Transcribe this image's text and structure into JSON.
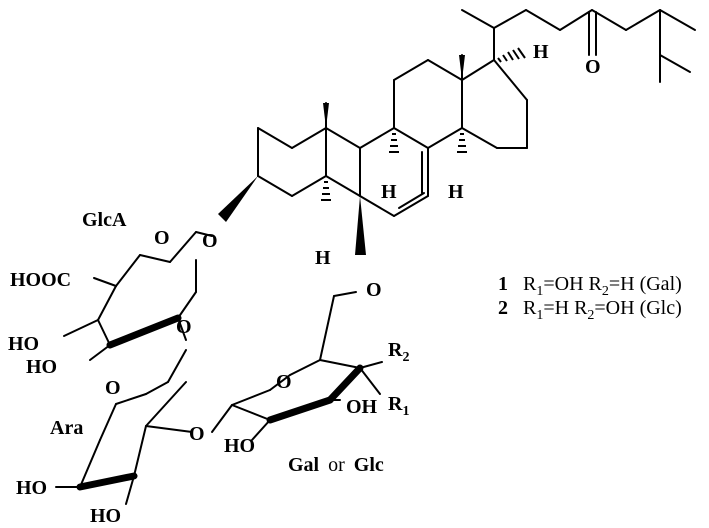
{
  "atoms": {
    "o_glca_ring": "O",
    "o_glycosidic_c3": "O",
    "o_ara_ring": "O",
    "o_ara_link": "O",
    "o_c6": "O",
    "o_gal_ring": "O",
    "o_ketone": "O",
    "h_c17": "H",
    "h_c9": "H",
    "h_c14": "H",
    "h_c5": "H",
    "hooc": "HOOC",
    "ho_glca_1": "HO",
    "ho_glca_2": "HO",
    "ho_ara_1": "HO",
    "ho_ara_2": "HO",
    "oh_gal": "OH",
    "ho_gal": "HO",
    "r2": "R2",
    "r1": "R1"
  },
  "sugar_labels": {
    "glca": "GlcA",
    "ara": "Ara",
    "gal_or_glc": {
      "a": "Gal",
      "b": "or",
      "c": "Glc"
    }
  },
  "legend": [
    {
      "num": "1",
      "r1": "R1=OH",
      "r2": "R2=H",
      "sugar": "(Gal)"
    },
    {
      "num": "2",
      "r1": "R1=H",
      "r2": "R2=OH",
      "sugar": "(Glc)"
    }
  ]
}
